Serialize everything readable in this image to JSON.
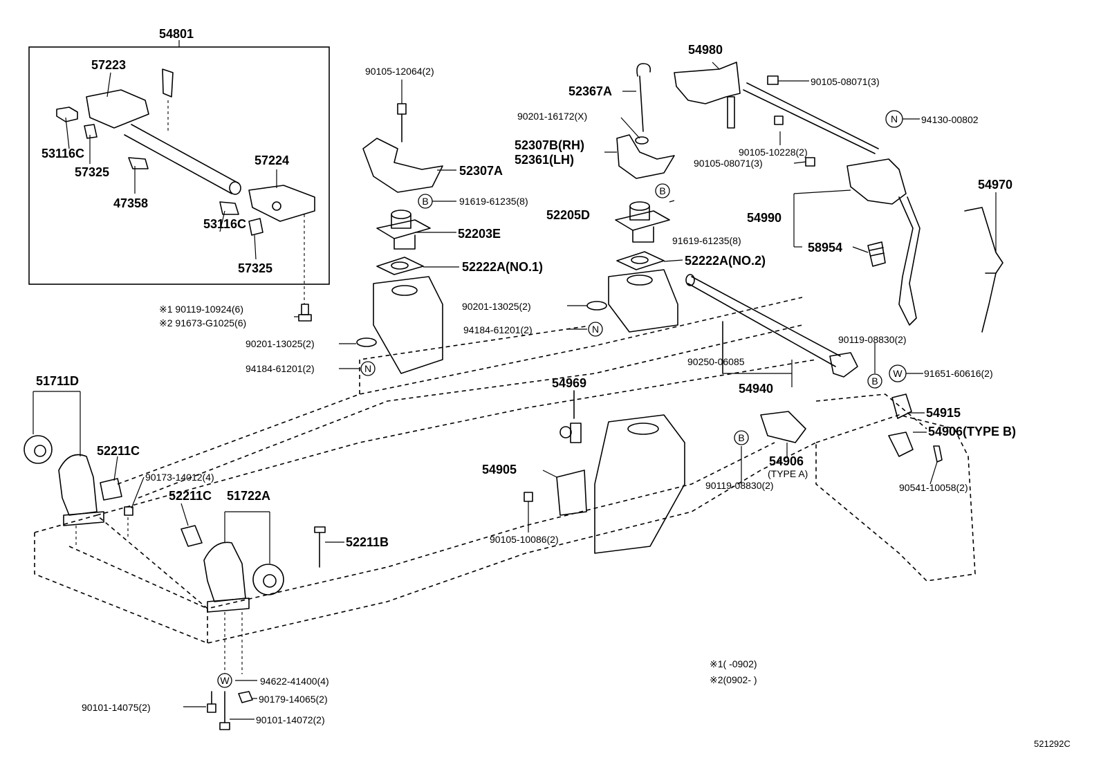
{
  "callouts": {
    "p54801": "54801",
    "p57223": "57223",
    "p53116c_1": "53116C",
    "p57325_1": "57325",
    "p47358": "47358",
    "p57224": "57224",
    "p53116c_2": "53116C",
    "p57325_2": "57325",
    "p90119_10924": "※1 90119-10924(6)",
    "p91673_g1025": "※2 91673-G1025(6)",
    "p90201_13025_a": "90201-13025(2)",
    "p94184_61201_a": "94184-61201(2)",
    "p90105_12064": "90105-12064(2)",
    "p52307a": "52307A",
    "p91619_61235_a": "91619-61235(8)",
    "p52203e": "52203E",
    "p52222a_no1": "52222A(NO.1)",
    "p52367a": "52367A",
    "p90201_16172": "90201-16172(X)",
    "p52307b": "52307B(RH)",
    "p52361": "52361(LH)",
    "p52205d": "52205D",
    "p91619_61235_b": "91619-61235(8)",
    "p52222a_no2": "52222A(NO.2)",
    "p90201_13025_b": "90201-13025(2)",
    "p94184_61201_b": "94184-61201(2)",
    "p54980": "54980",
    "p90105_08071_a": "90105-08071(3)",
    "p94130_00802": "94130-00802",
    "p90105_10228": "90105-10228(2)",
    "p90105_08071_b": "90105-08071(3)",
    "p54990": "54990",
    "p58954": "58954",
    "p54970": "54970",
    "p90119_08830_a": "90119-08830(2)",
    "p90250_06085": "90250-06085",
    "p54940": "54940",
    "p91651_60616": "91651-60616(2)",
    "p54915": "54915",
    "p54906_b": "54906(TYPE B)",
    "p54906_a": "54906",
    "p54906_a_type": "(TYPE A)",
    "p90119_08830_b": "90119-08830(2)",
    "p90541_10058": "90541-10058(2)",
    "p54969": "54969",
    "p54905": "54905",
    "p90105_10086": "90105-10086(2)",
    "p51711d": "51711D",
    "p52211c_1": "52211C",
    "p90173_14012": "90173-14012(4)",
    "p52211c_2": "52211C",
    "p51722a": "51722A",
    "p52211b": "52211B",
    "p94622_41400": "94622-41400(4)",
    "p90179_14065": "90179-14065(2)",
    "p90101_14075": "90101-14075(2)",
    "p90101_14072": "90101-14072(2)"
  },
  "badges": {
    "B": "B",
    "N": "N",
    "W": "W"
  },
  "notes": {
    "note1": "※1(      -0902)",
    "note2": "※2(0902-      )"
  },
  "footer": {
    "code": "521292C"
  }
}
